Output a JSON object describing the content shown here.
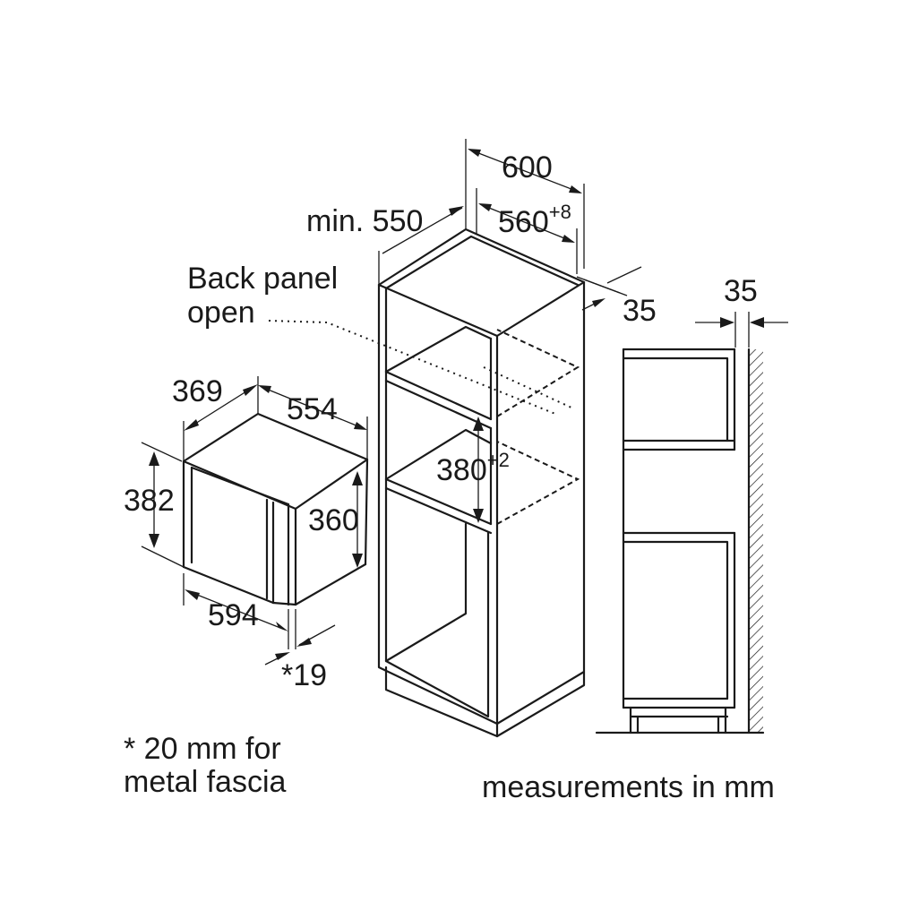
{
  "labels": {
    "overall_width": "600",
    "min_depth": "min. 550",
    "niche_width": "560",
    "niche_width_tol": "+8",
    "side_gap_tall": "35",
    "back_panel_line1": "Back panel",
    "back_panel_line2": "open",
    "niche_height": "380",
    "niche_height_tol": "+2",
    "appliance_depth": "369",
    "appliance_width_body": "554",
    "appliance_height_front": "382",
    "appliance_height_body": "360",
    "appliance_width_front": "594",
    "fascia_thickness": "*19",
    "wall_gap": "35",
    "footnote_line1": "* 20 mm for",
    "footnote_line2": "metal fascia",
    "units_note": "measurements in mm"
  },
  "colors": {
    "line": "#1a1a1a",
    "background": "#ffffff"
  }
}
